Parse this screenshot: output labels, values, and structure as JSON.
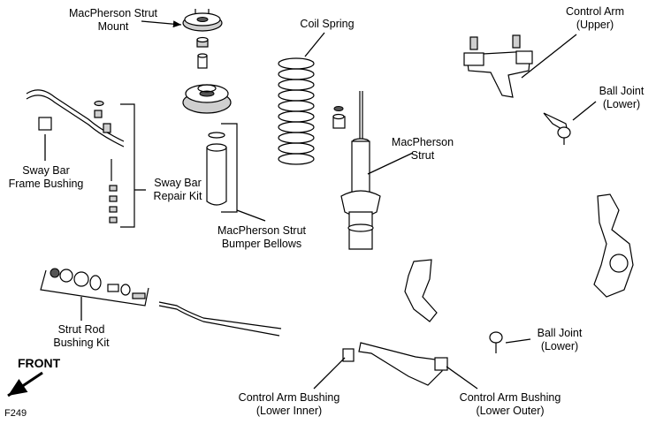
{
  "figure_id": "F249",
  "front_label": "FRONT",
  "labels": {
    "strut_mount": [
      "MacPherson Strut",
      "Mount"
    ],
    "coil_spring": [
      "Coil Spring"
    ],
    "control_arm_upper": [
      "Control Arm",
      "(Upper)"
    ],
    "ball_joint_lower_top": [
      "Ball Joint",
      "(Lower)"
    ],
    "sway_bar_frame_bushing": [
      "Sway Bar",
      "Frame Bushing"
    ],
    "sway_bar_repair_kit": [
      "Sway Bar",
      "Repair Kit"
    ],
    "macpherson_strut": [
      "MacPherson",
      "Strut"
    ],
    "bumper_bellows": [
      "MacPherson Strut",
      "Bumper Bellows"
    ],
    "strut_rod_bushing_kit": [
      "Strut Rod",
      "Bushing Kit"
    ],
    "ball_joint_lower_bottom": [
      "Ball Joint",
      "(Lower)"
    ],
    "control_arm_bushing_inner": [
      "Control Arm Bushing",
      "(Lower Inner)"
    ],
    "control_arm_bushing_outer": [
      "Control Arm Bushing",
      "(Lower Outer)"
    ]
  }
}
